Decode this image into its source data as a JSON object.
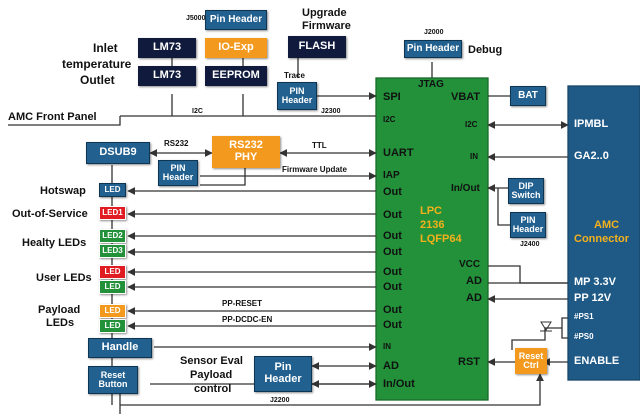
{
  "colors": {
    "navy": "#0f1a3c",
    "blue": "#21608f",
    "orange": "#f39a1e",
    "green": "#22913a",
    "red": "#e01b22",
    "amc": "#1f5a87",
    "line": "#333333"
  },
  "labels": {
    "inlet": "Inlet",
    "temperature": "temperature",
    "outlet": "Outlet",
    "j5000": "J5000",
    "upgrade": "Upgrade",
    "firmware": "Firmware",
    "j2000": "J2000",
    "debug": "Debug",
    "trace": "Trace",
    "j2300": "J2300",
    "i2c_left": "I2C",
    "amc_front_panel": "AMC Front Panel",
    "rs232_label": "RS232",
    "ttl": "TTL",
    "firmware_update": "Firmware Update",
    "hotswap": "Hotswap",
    "out_of_service": "Out-of-Service",
    "healty_leds": "Healty LEDs",
    "user_leds": "User LEDs",
    "payload": "Payload",
    "leds": "LEDs",
    "pp_reset": "PP-RESET",
    "pp_dcdc_en": "PP-DCDC-EN",
    "sensor_eval": "Sensor Eval",
    "payload2": "Payload",
    "control": "control",
    "j2200": "J2200",
    "j2400": "J2400",
    "ipmbl": "IPMBL",
    "ga": "GA2..0",
    "mp": "MP 3.3V",
    "pp12": "PP 12V",
    "ps1": "#PS1",
    "ps0": "#PS0",
    "enable": "ENABLE"
  },
  "boxes": {
    "lm73_a": "LM73",
    "lm73_b": "LM73",
    "io_exp": "IO-Exp",
    "eeprom": "EEPROM",
    "flash": "FLASH",
    "pin_header_top": "Pin Header",
    "pin_header_debug": "Pin Header",
    "pin_header_trace_1": "PIN",
    "pin_header_trace_2": "Header",
    "dsub9": "DSUB9",
    "rs232_phy_1": "RS232",
    "rs232_phy_2": "PHY",
    "pin_header_rs_1": "PIN",
    "pin_header_rs_2": "Header",
    "led": "LED",
    "led1": "LED1",
    "led2": "LED2",
    "led3": "LED3",
    "led_u1": "LED",
    "led_u2": "LED",
    "led_p1": "LED",
    "led_p2": "LED",
    "handle": "Handle",
    "reset_1": "Reset",
    "reset_2": "Button",
    "pin_header_bottom_1": "Pin",
    "pin_header_bottom_2": "Header",
    "bat": "BAT",
    "dip_1": "DIP",
    "dip_2": "Switch",
    "pin_header_right_1": "PIN",
    "pin_header_right_2": "Header",
    "reset_ctrl_1": "Reset",
    "reset_ctrl_2": "Ctrl"
  },
  "mcu": {
    "jtag": "JTAG",
    "spi": "SPI",
    "vbat": "VBAT",
    "i2c_l": "I2C",
    "i2c_r": "I2C",
    "uart": "UART",
    "in_r": "IN",
    "iap": "IAP",
    "inout_r": "In/Out",
    "vcc": "VCC",
    "ad_r1": "AD",
    "ad_r2": "AD",
    "rst": "RST",
    "in_l": "IN",
    "ad_l": "AD",
    "inout_l": "In/Out",
    "out": "Out",
    "chip_1": "LPC",
    "chip_2": "2136",
    "chip_3": "LQFP64"
  },
  "amc": {
    "line1": "AMC",
    "line2": "Connector"
  }
}
